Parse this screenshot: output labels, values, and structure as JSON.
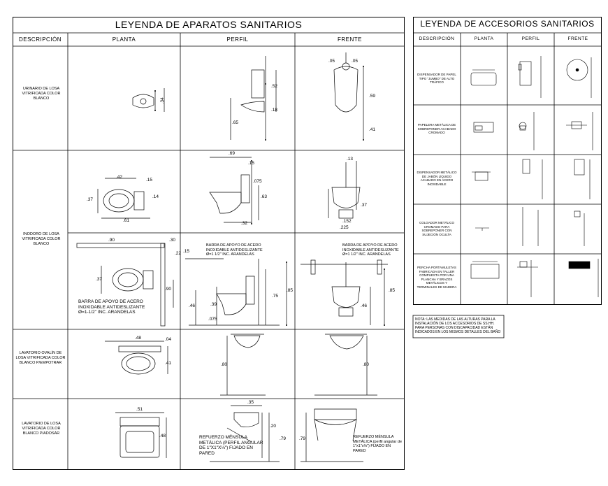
{
  "left_table": {
    "title": "LEYENDA DE APARATOS SANITARIOS",
    "headers": [
      "DESCRIPCIÓN",
      "PLANTA",
      "PERFIL",
      "FRENTE"
    ],
    "rows": [
      {
        "desc": "URINARIO DE LOSA VITRIFICADA COLOR BLANCO"
      },
      {
        "desc": "INODORO DE LOSA VITRIFICADA COLOR BLANCO"
      },
      {
        "desc": "LAVATORIO OVALÍN DE LOSA VITRIFICADA COLOR BLANCO P/EMPOTRAR"
      },
      {
        "desc": "LAVATORIO DE LOSA VITRIFICADA COLOR BLANCO P/ADOSAR"
      }
    ],
    "dims": {
      "u_plan": ".34",
      "u_prof_a": ".52",
      "u_prof_b": ".18",
      "u_prof_c": ".65",
      "u_front_a": ".05",
      "u_front_b": ".05",
      "u_front_c": ".59",
      "u_front_d": ".41",
      "wc_plan_a": ".42",
      "wc_plan_b": ".15",
      "wc_plan_c": ".37",
      "wc_plan_d": ".14",
      "wc_plan_e": ".61",
      "wc_prof_a": ".69",
      "wc_prof_b": ".15",
      "wc_prof_c": ".075",
      "wc_prof_d": ".63",
      "wc_prof_e": ".32",
      "wc_front_a": ".13",
      "wc_front_b": ".37",
      "wc_front_c": ".152",
      "wc_front_d": ".225",
      "wcb_plan_a": ".90",
      "wcb_plan_b": ".30",
      "wcb_plan_c": ".15",
      "wcb_plan_d": ".22",
      "wcb_plan_e": ".37",
      "wcb_plan_f": ".90",
      "wcb_prof_a": ".75",
      "wcb_prof_b": ".85",
      "wcb_prof_c": ".39",
      "wcb_prof_d": ".46",
      "wcb_prof_e": ".075",
      "wcb_front_a": ".85",
      "wcb_front_b": ".46",
      "ov_plan_a": ".48",
      "ov_plan_b": ".04",
      "ov_plan_c": ".41",
      "ov_prof": ".80",
      "ov_front": ".80",
      "lv_plan_a": ".51",
      "lv_plan_b": ".48",
      "lv_prof_a": ".35",
      "lv_prof_b": ".20",
      "lv_prof_c": ".79",
      "lv_front": ".79"
    },
    "annotations": {
      "bar_plan": "BARRA DE APOYO DE ACERO INOXIDABLE ANTIDESLIZANTE ø=1-1/2\" INC. ARANDELAS",
      "bar_prof": "BARRA DE APOYO DE ACERO INOXIDABLE ANTIDESLIZANTE ø=1 1/2\" INC. ARANDELAS",
      "bar_front": "BARRA DE APOYO DE ACERO INOXIDABLE ANTIDESLIZANTE ø=1 1/2\" INC. ARANDELAS",
      "ref_prof": "REFUERZO MÉNSULA METÁLICA (perfil angular de 1\"x1\"x⅛\") FIJADO EN PARED",
      "ref_front": "REFUERZO MÉNSULA METÁLICA (perfil angular de 1\"x1\"x⅛\") FIJADO EN PARED"
    }
  },
  "right_table": {
    "title": "LEYENDA DE ACCESORIOS SANITARIOS",
    "headers": [
      "DESCRIPCIÓN",
      "PLANTA",
      "PERFIL",
      "FRENTE"
    ],
    "rows": [
      {
        "desc": "DISPENSADOR DE PAPEL TIPO \"JUMBO\" DE ALTO TRÁFICO"
      },
      {
        "desc": "PAPELERA METÁLICA DE SOBREPONER ACABADO CROMADO"
      },
      {
        "desc": "DISPENSADOR METÁLICO DE JABÓN LÍQUIDO ACABADO EN ACERO INOXIDABLE"
      },
      {
        "desc": "COLGADOR METÁLICO CROMADO PARA SOBREPONER CON SUJECIÓN OCULTA"
      },
      {
        "desc": "PERCHA PORTAMULETAS FABRICADA EN TALLER COMPUESTA POR UNA PLANCHA Y BRAZOS METÁLICOS Y TERMINALES DE MADERA"
      }
    ],
    "note": "NOTA: LAS MEDIDAS DE LAS ALTURAS PARA LA INSTALACIÓN DE LOS ACCESORIOS DE SS.HH. PARA PERSONAS CON DISCAPACIDAD ESTÁN INDICADOS EN LOS MISMOS DETALLES DEL BAÑO"
  }
}
